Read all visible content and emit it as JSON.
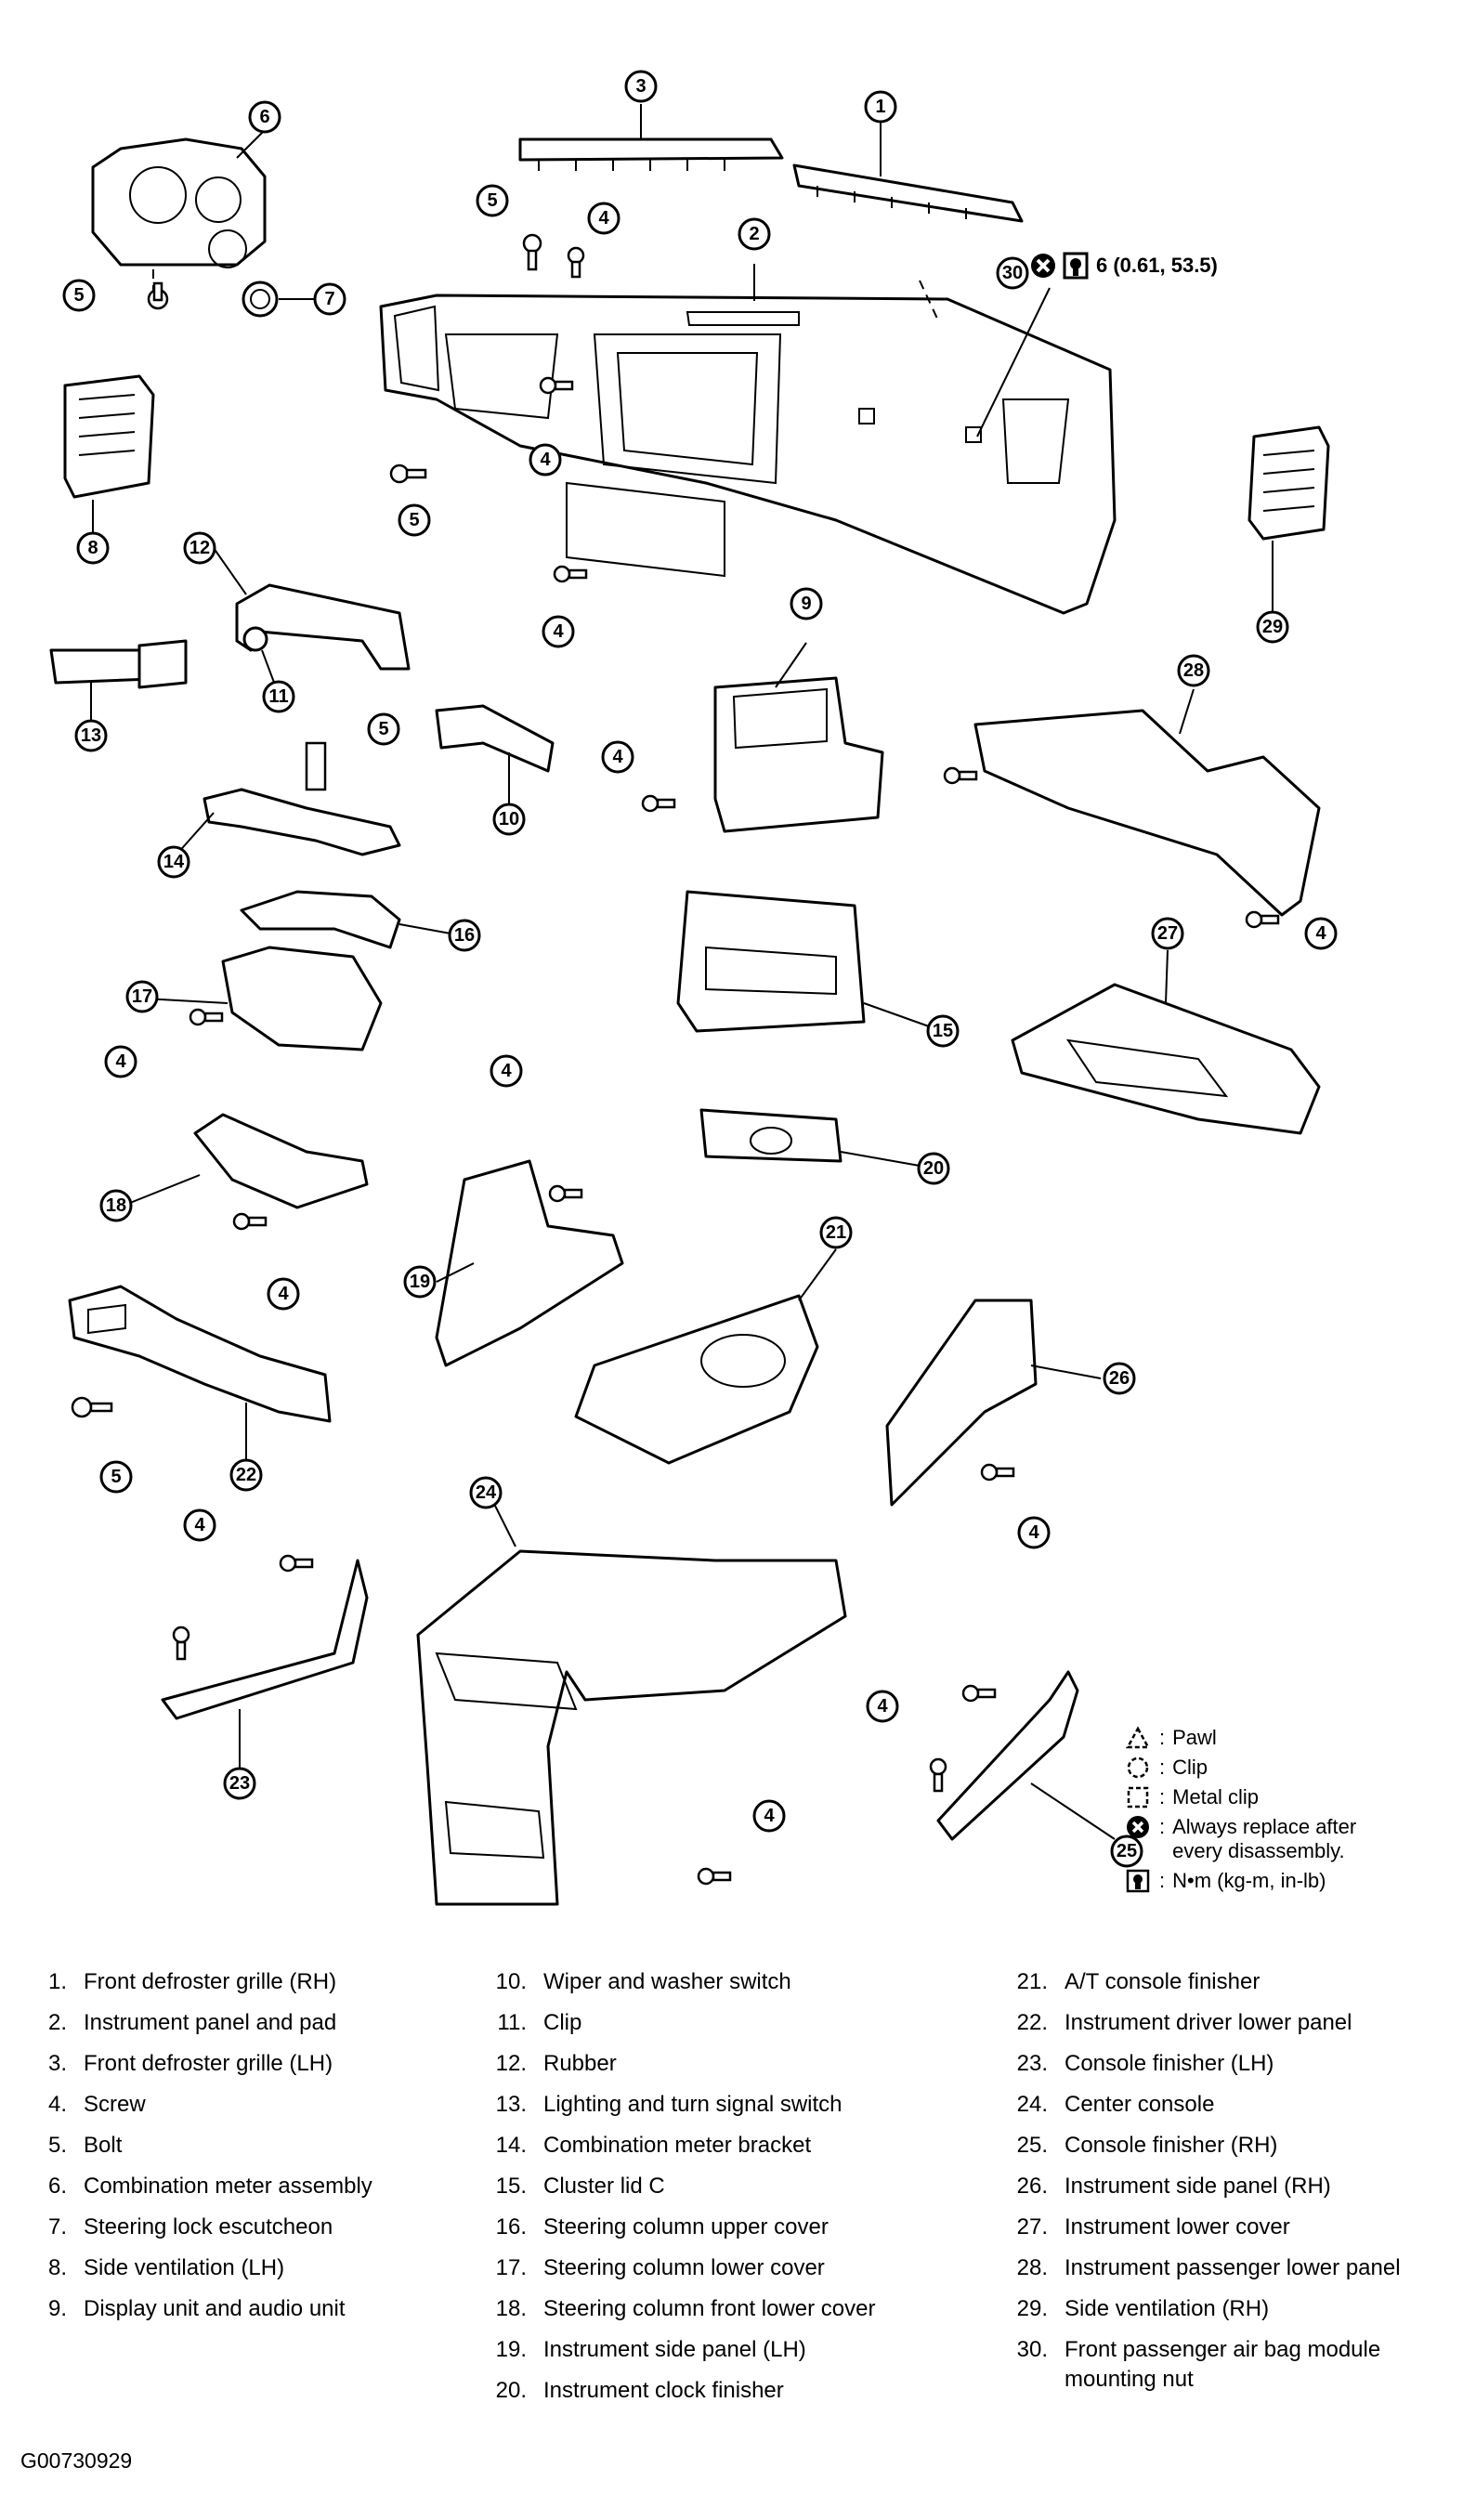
{
  "torque_spec": "6 (0.61, 53.5)",
  "legend": [
    {
      "icon": "pawl-icon",
      "text": "Pawl"
    },
    {
      "icon": "clip-icon",
      "text": "Clip"
    },
    {
      "icon": "metal-clip-icon",
      "text": "Metal clip"
    },
    {
      "icon": "always-replace-icon",
      "text": "Always replace after every disassembly."
    },
    {
      "icon": "torque-icon",
      "text": "N•m (kg-m, in-lb)"
    }
  ],
  "callouts": [
    "1",
    "2",
    "3",
    "4",
    "5",
    "6",
    "7",
    "8",
    "9",
    "10",
    "11",
    "12",
    "13",
    "14",
    "15",
    "16",
    "17",
    "18",
    "19",
    "20",
    "21",
    "22",
    "23",
    "24",
    "25",
    "26",
    "27",
    "28",
    "29",
    "30"
  ],
  "parts_list": {
    "column1": [
      {
        "num": "1.",
        "name": "Front defroster grille (RH)"
      },
      {
        "num": "2.",
        "name": "Instrument panel and pad"
      },
      {
        "num": "3.",
        "name": "Front defroster grille (LH)"
      },
      {
        "num": "4.",
        "name": "Screw"
      },
      {
        "num": "5.",
        "name": "Bolt"
      },
      {
        "num": "6.",
        "name": "Combination meter assembly"
      },
      {
        "num": "7.",
        "name": "Steering lock escutcheon"
      },
      {
        "num": "8.",
        "name": "Side ventilation (LH)"
      },
      {
        "num": "9.",
        "name": "Display unit and audio unit"
      }
    ],
    "column2": [
      {
        "num": "10.",
        "name": "Wiper and washer switch"
      },
      {
        "num": "11.",
        "name": "Clip"
      },
      {
        "num": "12.",
        "name": "Rubber"
      },
      {
        "num": "13.",
        "name": "Lighting and turn signal switch"
      },
      {
        "num": "14.",
        "name": "Combination meter bracket"
      },
      {
        "num": "15.",
        "name": "Cluster lid C"
      },
      {
        "num": "16.",
        "name": "Steering column upper cover"
      },
      {
        "num": "17.",
        "name": "Steering column lower cover"
      },
      {
        "num": "18.",
        "name": "Steering column front lower cover"
      },
      {
        "num": "19.",
        "name": "Instrument side panel (LH)"
      },
      {
        "num": "20.",
        "name": "Instrument clock finisher"
      }
    ],
    "column3": [
      {
        "num": "21.",
        "name": "A/T console finisher"
      },
      {
        "num": "22.",
        "name": "Instrument driver lower panel"
      },
      {
        "num": "23.",
        "name": "Console finisher (LH)"
      },
      {
        "num": "24.",
        "name": "Center console"
      },
      {
        "num": "25.",
        "name": "Console finisher (RH)"
      },
      {
        "num": "26.",
        "name": "Instrument side panel (RH)"
      },
      {
        "num": "27.",
        "name": "Instrument lower cover"
      },
      {
        "num": "28.",
        "name": "Instrument passenger lower panel"
      },
      {
        "num": "29.",
        "name": "Side ventilation (RH)"
      },
      {
        "num": "30.",
        "name": "Front passenger air bag module mounting nut"
      }
    ]
  },
  "figure_id": "G00730929"
}
